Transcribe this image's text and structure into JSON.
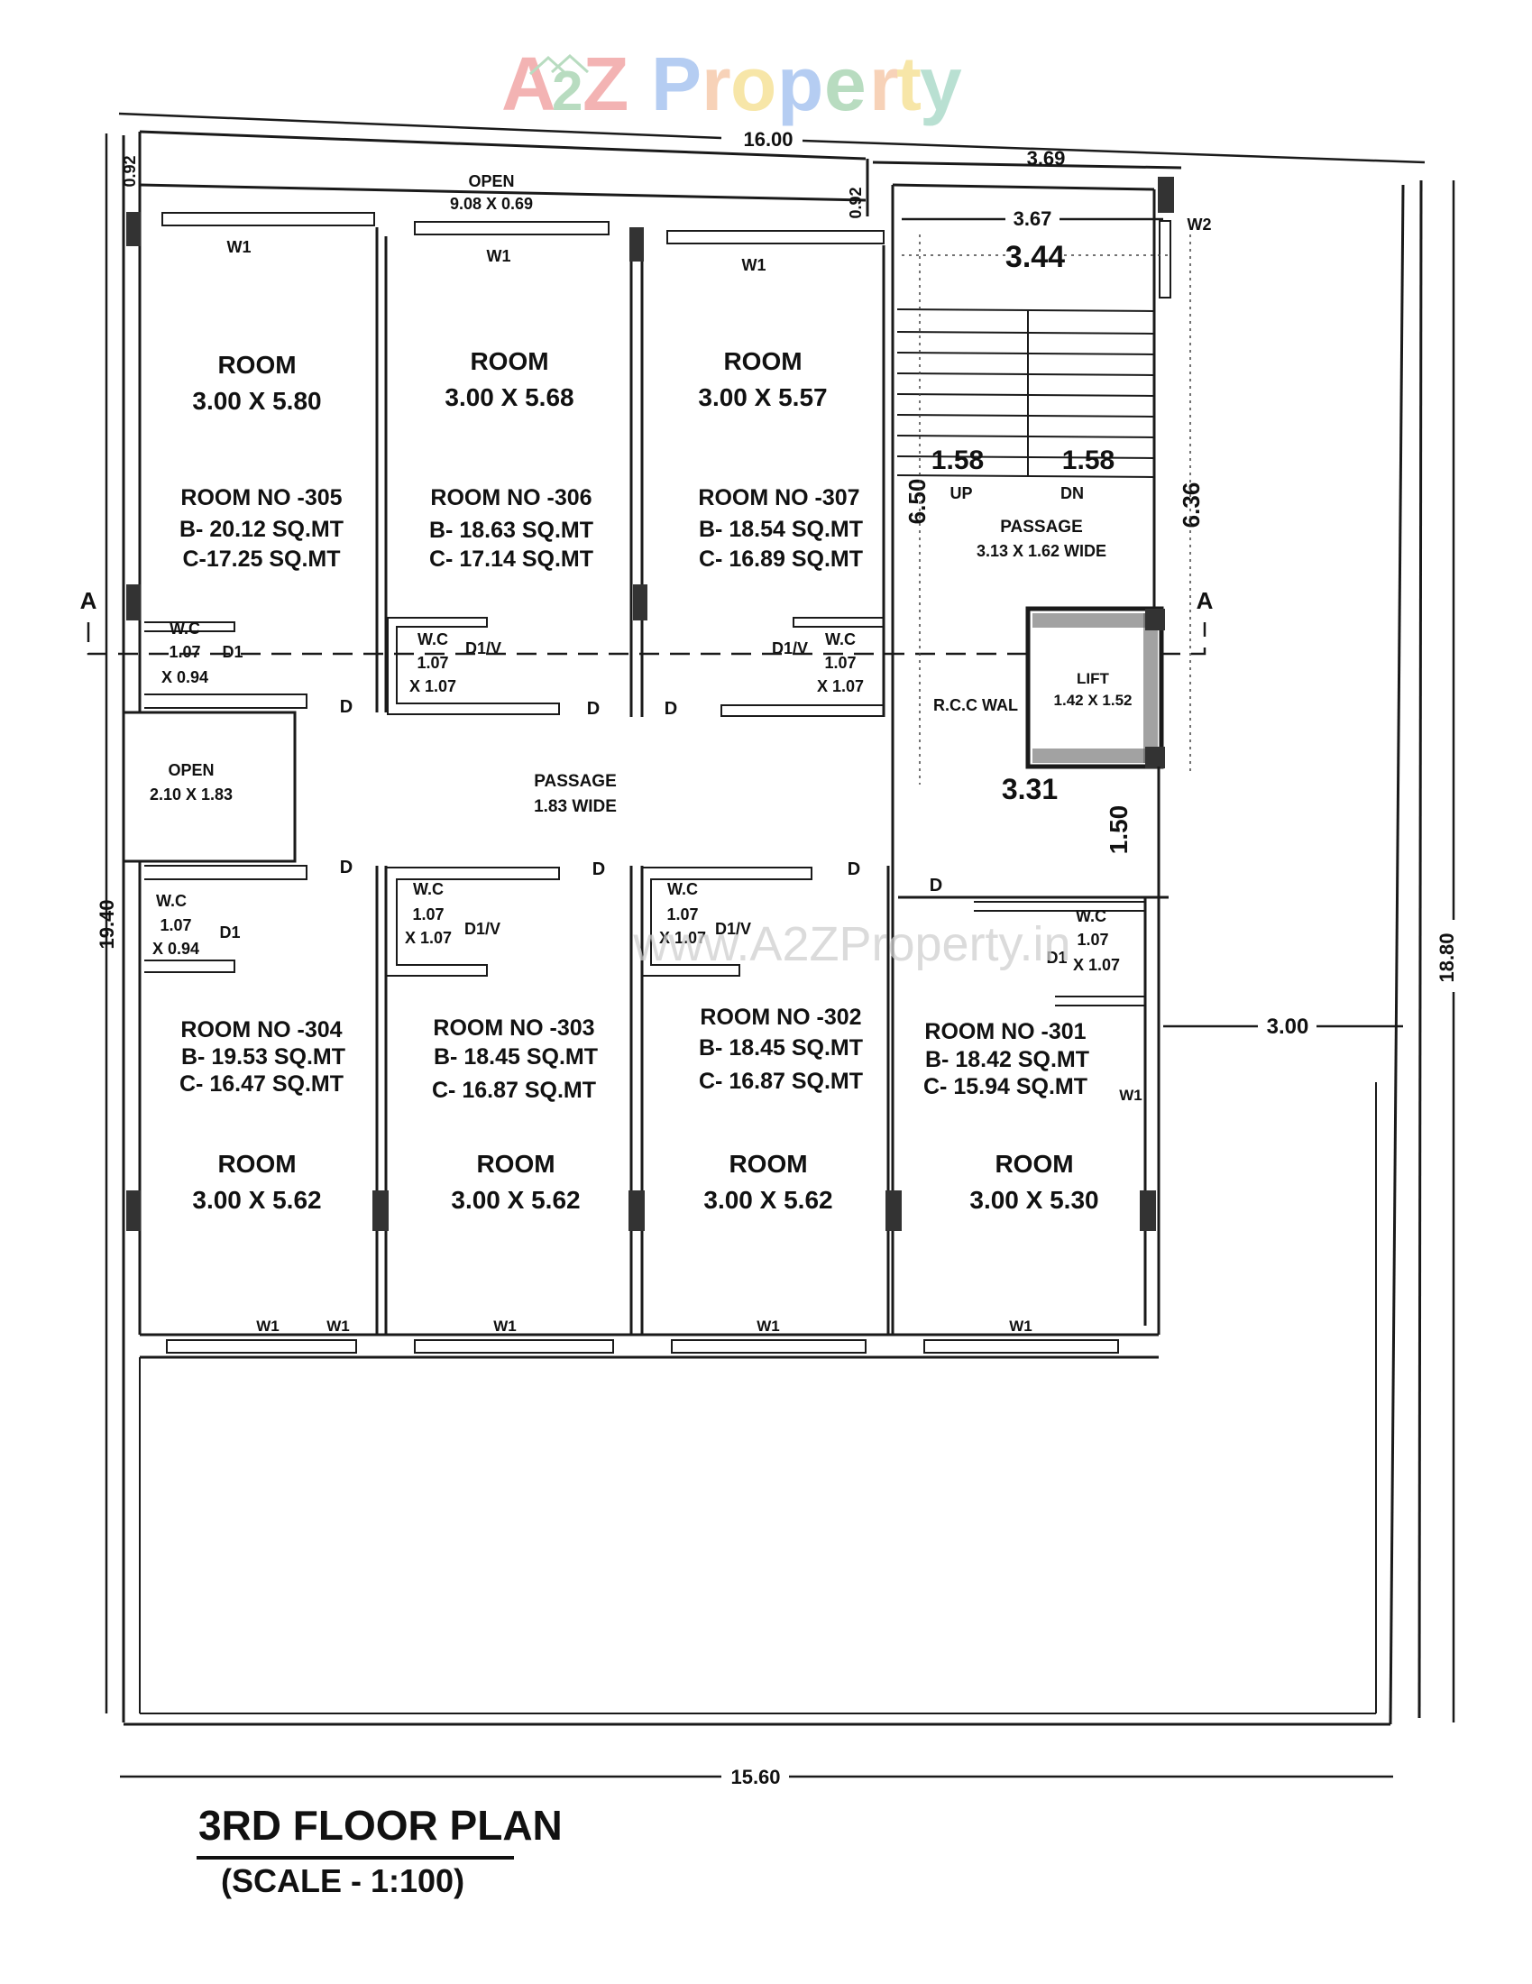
{
  "watermark": {
    "logo_a": "A",
    "logo_2": "2",
    "logo_z": "Z",
    "logo_p": "P",
    "logo_r": "r",
    "logo_o": "o",
    "logo_p2": "p",
    "logo_e": "e",
    "logo_r2": "r",
    "logo_t": "t",
    "logo_y": "y",
    "url": "www.A2ZProperty.in",
    "colors": {
      "red": "#f3b3b3",
      "green": "#b8dcc0",
      "blue": "#b5cdf2",
      "orange": "#f7d2b8",
      "yellow": "#f7e6a8",
      "teal": "#b9e0d2"
    }
  },
  "title": "3RD FLOOR PLAN",
  "scale": "(SCALE - 1:100)",
  "dimensions": {
    "top_overall": "16.00",
    "top_stair": "3.69",
    "stair_inner": "3.67",
    "stair_clear": "3.44",
    "bottom_overall": "15.60",
    "left_overall": "19.40",
    "right_overall": "18.80",
    "right_setback": "3.00",
    "top_left_offset": "0.92",
    "top_mid_offset": "0.92",
    "stair_height_left": "6.50",
    "stair_height_right": "6.36",
    "flight_up": "1.58",
    "flight_dn": "1.58",
    "lift_lobby": "3.31",
    "lobby_depth": "1.50"
  },
  "open_areas": [
    {
      "label": "OPEN",
      "size": "9.08 X 0.69"
    },
    {
      "label": "OPEN",
      "size": "2.10 X 1.83"
    }
  ],
  "passage_main": {
    "label": "PASSAGE",
    "size": "1.83 WIDE"
  },
  "passage_stair": {
    "label": "PASSAGE",
    "size": "3.13 X 1.62 WIDE"
  },
  "stair": {
    "up": "UP",
    "down": "DN"
  },
  "lift": {
    "label": "LIFT",
    "size": "1.42 X 1.52",
    "wall": "R.C.C WAL"
  },
  "section_marker": "A",
  "window_labels": {
    "w1": "W1",
    "w2": "W2"
  },
  "door_labels": {
    "d": "D",
    "d1": "D1",
    "d1v": "D1/V"
  },
  "top_rooms": [
    {
      "label": "ROOM",
      "size": "3.00 X 5.80",
      "number": "ROOM NO -305",
      "built": "B- 20.12 SQ.MT",
      "carpet": "C-17.25 SQ.MT",
      "wc_label": "W.C",
      "wc_w": "1.07",
      "wc_d": "X 0.94",
      "door": "D1"
    },
    {
      "label": "ROOM",
      "size": "3.00 X 5.68",
      "number": "ROOM NO -306",
      "built": "B- 18.63 SQ.MT",
      "carpet": "C- 17.14 SQ.MT",
      "wc_label": "W.C",
      "wc_w": "1.07",
      "wc_d": "X 1.07",
      "door": "D1/V"
    },
    {
      "label": "ROOM",
      "size": "3.00 X 5.57",
      "number": "ROOM NO -307",
      "built": "B- 18.54 SQ.MT",
      "carpet": "C- 16.89 SQ.MT",
      "wc_label": "W.C",
      "wc_w": "1.07",
      "wc_d": "X 1.07",
      "door": "D1/V"
    }
  ],
  "bottom_rooms": [
    {
      "label": "ROOM",
      "size": "3.00 X 5.62",
      "number": "ROOM NO -304",
      "built": "B- 19.53 SQ.MT",
      "carpet": "C- 16.47 SQ.MT",
      "wc_label": "W.C",
      "wc_w": "1.07",
      "wc_d": "X 0.94",
      "door": "D1"
    },
    {
      "label": "ROOM",
      "size": "3.00 X 5.62",
      "number": "ROOM NO -303",
      "built": "B- 18.45 SQ.MT",
      "carpet": "C- 16.87 SQ.MT",
      "wc_label": "W.C",
      "wc_w": "1.07",
      "wc_d": "X 1.07",
      "door": "D1/V"
    },
    {
      "label": "ROOM",
      "size": "3.00 X 5.62",
      "number": "ROOM NO -302",
      "built": "B- 18.45 SQ.MT",
      "carpet": "C- 16.87 SQ.MT",
      "wc_label": "W.C",
      "wc_w": "1.07",
      "wc_d": "X 1.07",
      "door": "D1/V"
    },
    {
      "label": "ROOM",
      "size": "3.00 X 5.30",
      "number": "ROOM NO -301",
      "built": "B- 18.42 SQ.MT",
      "carpet": "C- 15.94 SQ.MT",
      "wc_label": "W.C",
      "wc_w": "1.07",
      "wc_d": "X 1.07",
      "door": "D1"
    }
  ]
}
